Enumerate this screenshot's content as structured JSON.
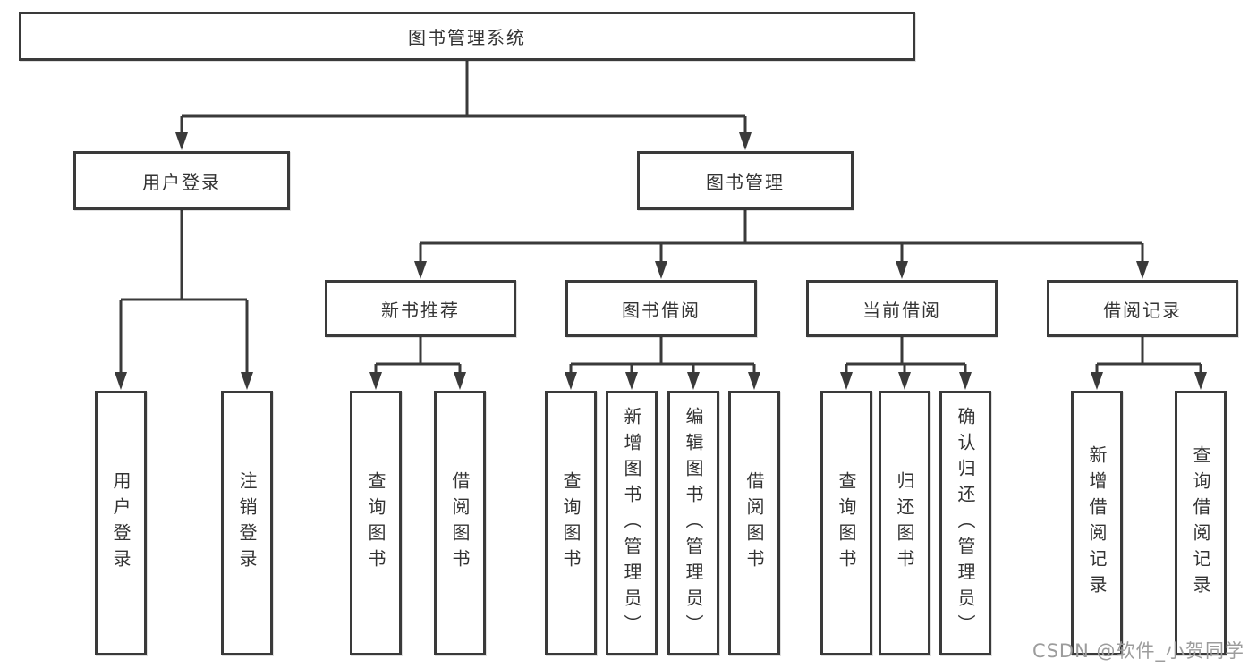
{
  "diagram": {
    "root": "图书管理系统",
    "level2": {
      "user_login": "用户登录",
      "book_mgmt": "图书管理"
    },
    "level3": {
      "new_book": "新书推荐",
      "borrow": "图书借阅",
      "current": "当前借阅",
      "record": "借阅记录"
    },
    "leaves": {
      "user_login": "用户登录",
      "logout": "注销登录",
      "nb_query": "查询图书",
      "nb_borrow": "借阅图书",
      "bb_query": "查询图书",
      "bb_add": "新增图书（管理员）",
      "bb_edit": "编辑图书（管理员）",
      "bb_borrow": "借阅图书",
      "cur_query": "查询图书",
      "cur_return": "归还图书",
      "cur_confirm": "确认归还（管理员）",
      "rec_add": "新增借阅记录",
      "rec_query": "查询借阅记录"
    }
  },
  "colors": {
    "line": "#3a3a3a",
    "text": "#333333",
    "watermark": "#9c9c9c"
  },
  "watermark": "CSDN @软件_小贺同学"
}
